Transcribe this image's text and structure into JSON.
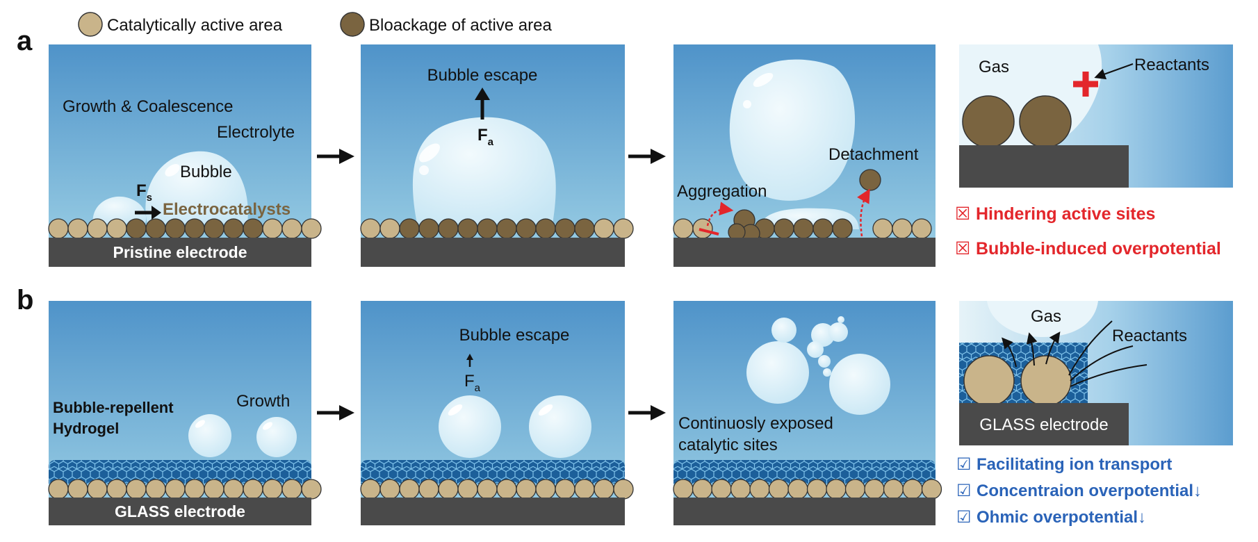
{
  "legend": {
    "active_label": "Catalytically active area",
    "blocked_label": "Bloackage of active area",
    "active_color": "#c9b48a",
    "blocked_color": "#7a6440"
  },
  "row_a": {
    "letter": "a",
    "panel1": {
      "growth": "Growth & Coalescence",
      "electrolyte": "Electrolyte",
      "bubble": "Bubble",
      "force": "F",
      "force_sub": "s",
      "electrocatalysts": "Electrocatalysts",
      "electrode": "Pristine electrode"
    },
    "panel2": {
      "escape": "Bubble escape",
      "force": "F",
      "force_sub": "a"
    },
    "panel3": {
      "aggregation": "Aggregation",
      "detachment": "Detachment"
    },
    "panel4": {
      "gas": "Gas",
      "reactants": "Reactants"
    },
    "effects": [
      "Hindering active sites",
      "Bubble-induced overpotential"
    ],
    "effect_marker": "☒"
  },
  "row_b": {
    "letter": "b",
    "panel1": {
      "hydrogel_line1": "Bubble-repellent",
      "hydrogel_line2": "Hydrogel",
      "growth": "Growth",
      "electrode": "GLASS electrode"
    },
    "panel2": {
      "escape": "Bubble escape",
      "force": "F",
      "force_sub": "a"
    },
    "panel3": {
      "exposed_line1": "Continuosly exposed",
      "exposed_line2": "catalytic sites"
    },
    "panel4": {
      "gas": "Gas",
      "reactants": "Reactants",
      "electrode": "GLASS electrode"
    },
    "benefits": [
      "Facilitating ion transport",
      "Concentraion overpotential↓",
      "Ohmic overpotential↓"
    ],
    "benefit_marker": "☑"
  },
  "colors": {
    "electrode": "#4a4a4a",
    "hydrogel": "#1c5f9a",
    "highlight_red": "#e3262b",
    "highlight_blue": "#2a63b8"
  }
}
